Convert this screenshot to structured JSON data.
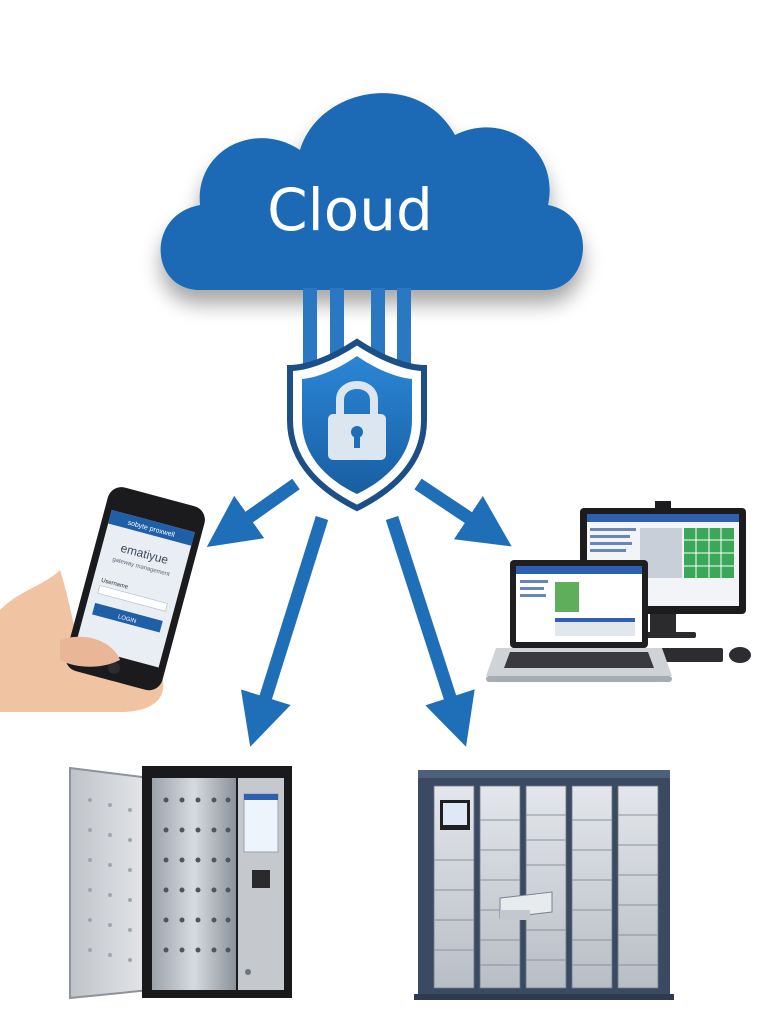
{
  "cloud": {
    "label": "Cloud"
  },
  "colors": {
    "cloud_blue": "#1a6bb5",
    "shield_outer": "#1c4f86",
    "shield_inner": "#1f72bf",
    "lock": "#dbe6f1",
    "arrow": "#1f6fb8",
    "cabinet": "#3a4a63",
    "locker_door": "#c7ccd3"
  },
  "icons": {
    "shield": "shield-lock-icon",
    "phone": "smartphone-icon",
    "computers": "laptop-desktop-icon",
    "key_cabinet": "key-cabinet-icon",
    "locker": "smart-locker-icon"
  },
  "phone_screen": {
    "header": "sobyte proxwell",
    "logo": "ematiyue",
    "subtitle": "gateway management",
    "username_label": "Username",
    "button": "LOGIN"
  }
}
